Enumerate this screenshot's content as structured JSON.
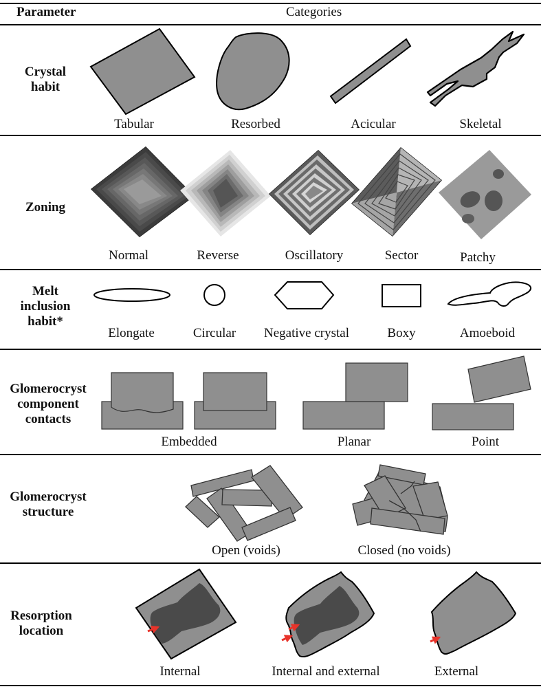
{
  "header": {
    "parameter": "Parameter",
    "categories": "Categories"
  },
  "rows": [
    {
      "parameter": "Crystal habit",
      "param_lines": [
        "Crystal",
        "habit"
      ],
      "categories": [
        "Tabular",
        "Resorbed",
        "Acicular",
        "Skeletal"
      ]
    },
    {
      "parameter": "Zoning",
      "param_lines": [
        "Zoning"
      ],
      "categories": [
        "Normal",
        "Reverse",
        "Oscillatory",
        "Sector",
        "Patchy"
      ]
    },
    {
      "parameter": "Melt inclusion habit*",
      "param_lines": [
        "Melt",
        "inclusion",
        "habit*"
      ],
      "categories": [
        "Elongate",
        "Circular",
        "Negative crystal",
        "Boxy",
        "Amoeboid"
      ]
    },
    {
      "parameter": "Glomerocryst component contacts",
      "param_lines": [
        "Glomerocryst",
        "component",
        "contacts"
      ],
      "categories": [
        "Embedded",
        "Planar",
        "Point"
      ]
    },
    {
      "parameter": "Glomerocryst structure",
      "param_lines": [
        "Glomerocryst",
        "structure"
      ],
      "categories": [
        "Open (voids)",
        "Closed (no voids)"
      ]
    },
    {
      "parameter": "Resorption location",
      "param_lines": [
        "Resorption",
        "location"
      ],
      "categories": [
        "Internal",
        "Internal and external",
        "External"
      ]
    }
  ],
  "colors": {
    "crystal_fill": "#8f8f8f",
    "dark_core": "#4a4a4a",
    "arrow": "#e8332a",
    "rule": "#000000"
  }
}
